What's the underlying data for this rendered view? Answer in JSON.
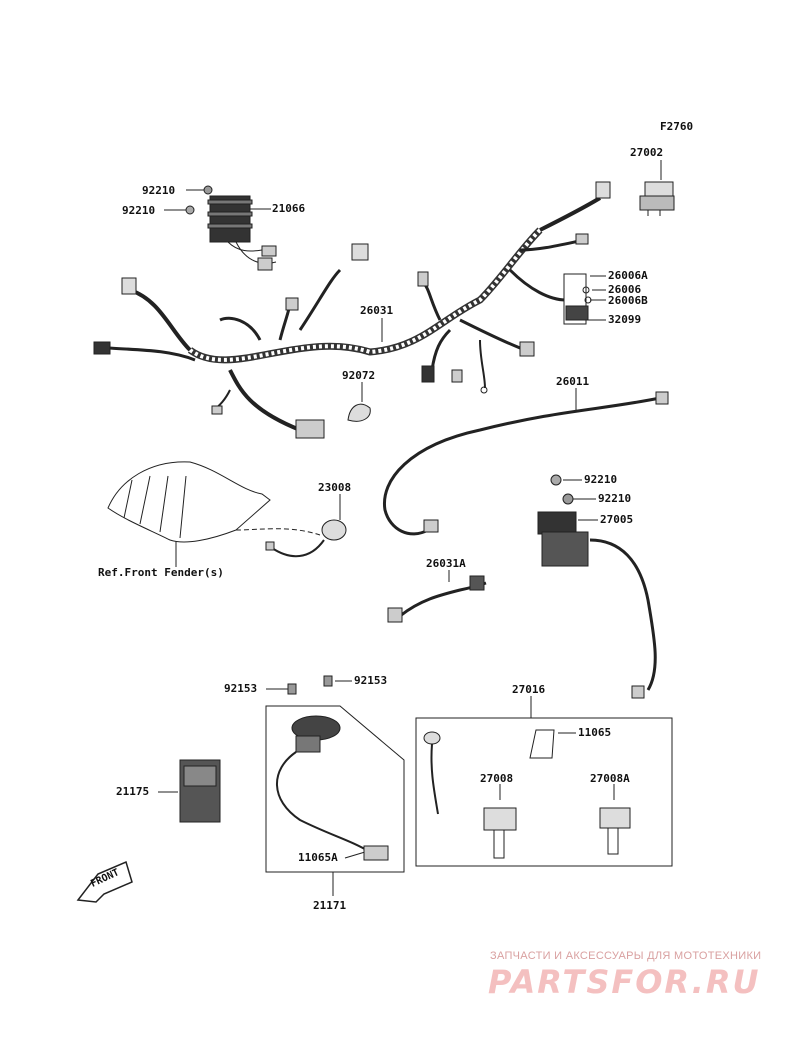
{
  "figure_id": "F2760",
  "labels": {
    "p27002": "27002",
    "p92210a": "92210",
    "p92210b": "92210",
    "p21066": "21066",
    "p26006A": "26006A",
    "p26006": "26006",
    "p26006B": "26006B",
    "p32099": "32099",
    "p26031": "26031",
    "p92072": "92072",
    "p26011": "26011",
    "p92210c": "92210",
    "p92210d": "92210",
    "p27005": "27005",
    "p23008": "23008",
    "ref_front_fender": "Ref.Front Fender(s)",
    "p26031A": "26031A",
    "p92153a": "92153",
    "p92153b": "92153",
    "p27016": "27016",
    "p11065": "11065",
    "p27008": "27008",
    "p27008A": "27008A",
    "p21175": "21175",
    "p11065A": "11065A",
    "p21171": "21171"
  },
  "front_arrow": "FRONT",
  "watermark": {
    "tagline": "ЗАПЧАСТИ И АКСЕССУАРЫ ДЛЯ МОТОТЕХНИКИ",
    "logo": "PARTSFOR.RU"
  }
}
